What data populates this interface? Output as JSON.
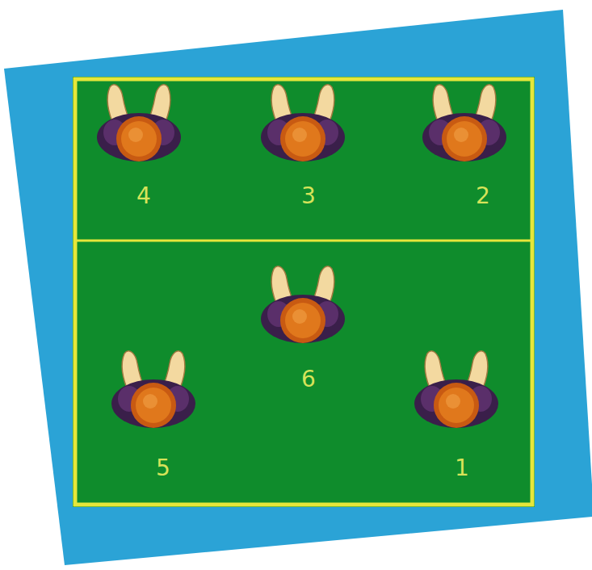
{
  "diagram": {
    "labels": [
      "4",
      "3",
      "2",
      "6",
      "5",
      "1"
    ]
  }
}
